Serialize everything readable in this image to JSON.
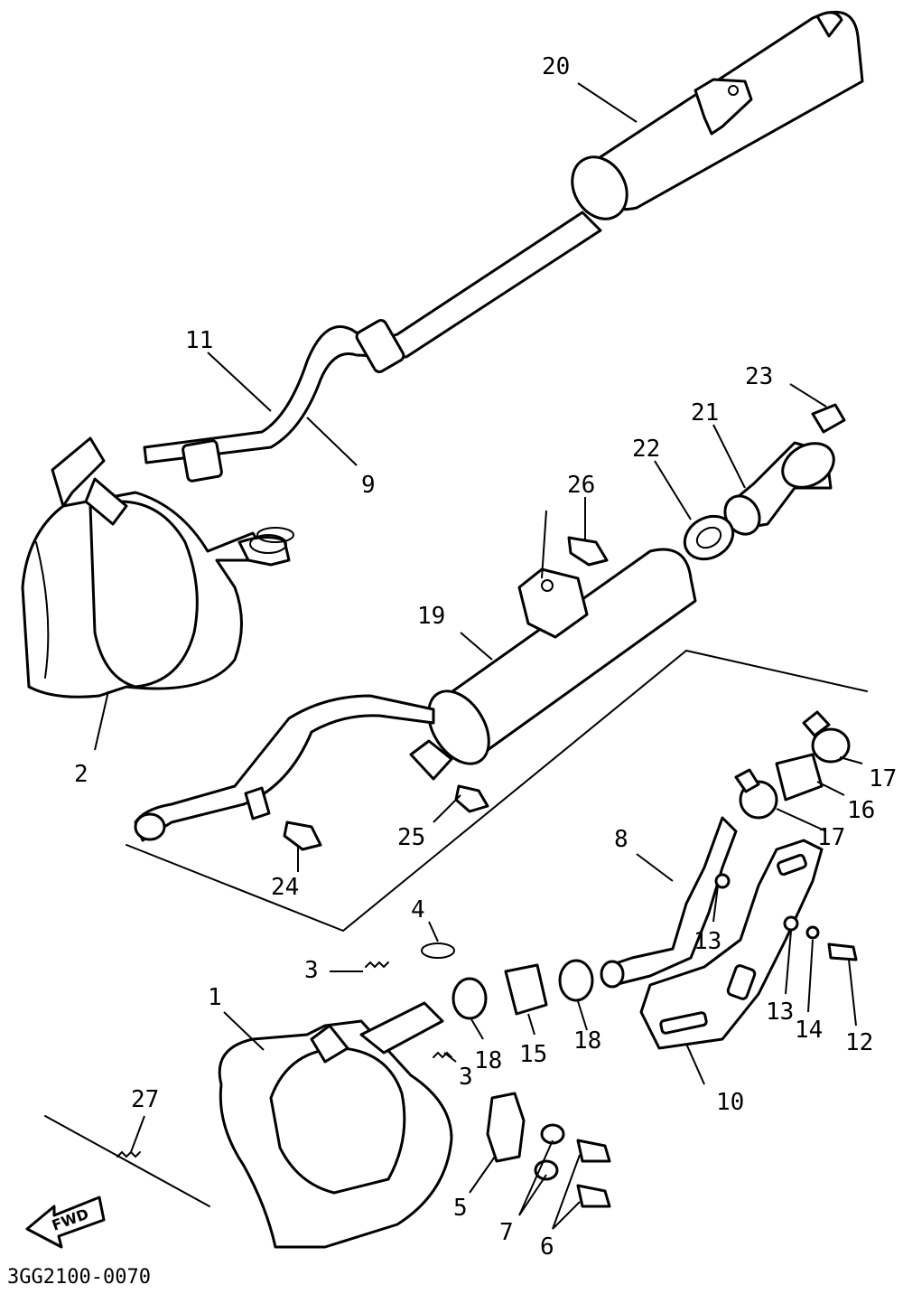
{
  "labels": {
    "p1": "1",
    "p2": "2",
    "p3a": "3",
    "p3b": "3",
    "p4": "4",
    "p5": "5",
    "p6": "6",
    "p7": "7",
    "p8": "8",
    "p9": "9",
    "p10": "10",
    "p11": "11",
    "p12": "12",
    "p13a": "13",
    "p13b": "13",
    "p14": "14",
    "p15": "15",
    "p16": "16",
    "p17a": "17",
    "p17b": "17",
    "p18a": "18",
    "p18b": "18",
    "p19": "19",
    "p20": "20",
    "p21": "21",
    "p22": "22",
    "p23": "23",
    "p24": "24",
    "p25": "25",
    "p26": "26",
    "p27": "27"
  },
  "fwd": "FWD",
  "diagram_code": "3GG2100-0070",
  "colors": {
    "ink": "#000000",
    "paper": "#ffffff"
  }
}
